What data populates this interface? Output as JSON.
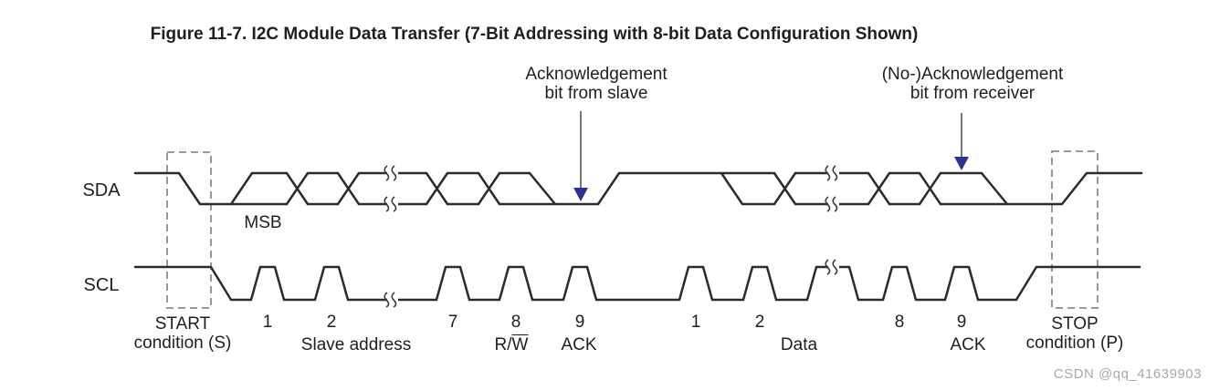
{
  "figure": {
    "title": "Figure 11-7. I2C Module Data Transfer (7-Bit Addressing with 8-bit Data Configuration Shown)"
  },
  "signals": {
    "sda": "SDA",
    "scl": "SCL"
  },
  "annotations": {
    "ack_slave_line1": "Acknowledgement",
    "ack_slave_line2": "bit from slave",
    "ack_receiver_line1": "(No-)Acknowledgement",
    "ack_receiver_line2": "bit from receiver"
  },
  "labels": {
    "msb": "MSB",
    "start_line1": "START",
    "start_line2": "condition (S)",
    "stop_line1": "STOP",
    "stop_line2": "condition (P)",
    "slave_address": "Slave address",
    "rw_prefix": "R/",
    "rw_w": "W",
    "ack_slave": "ACK",
    "ack_receiver": "ACK",
    "data": "Data"
  },
  "bit_numbers": {
    "address": [
      "1",
      "2",
      "7",
      "8",
      "9"
    ],
    "data": [
      "1",
      "2",
      "8",
      "9"
    ]
  },
  "watermark": "CSDN @qq_41639903",
  "colors": {
    "waveform_line": "#2b2b2b",
    "dashed_box": "#8c8c8c",
    "arrow_head": "#2e3192",
    "arrow_line": "#55555f",
    "text": "#1f1f1f",
    "watermark": "#a9a9ad"
  }
}
